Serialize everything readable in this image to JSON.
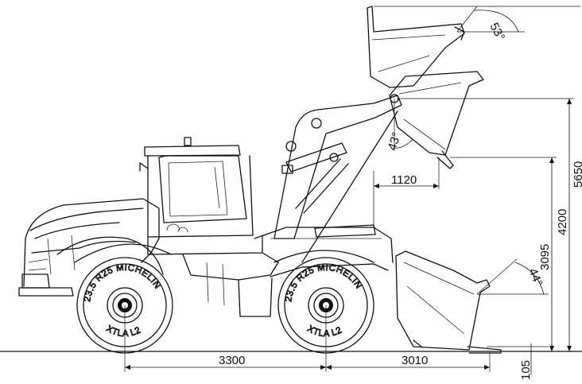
{
  "tyre": {
    "arc_text": "23.5 R25 MICHELIN",
    "model_text": "XTLA L2"
  },
  "dimensions": {
    "wheelbase": "3300",
    "front_overhang": "3010",
    "ground_clearance": "105",
    "dump_reach": "1120",
    "dump_height": "3095",
    "hinge_height": "4200",
    "max_height": "5650"
  },
  "angles": {
    "rollback_top": "53°",
    "dump": "43°",
    "rollback_ground": "44°"
  }
}
